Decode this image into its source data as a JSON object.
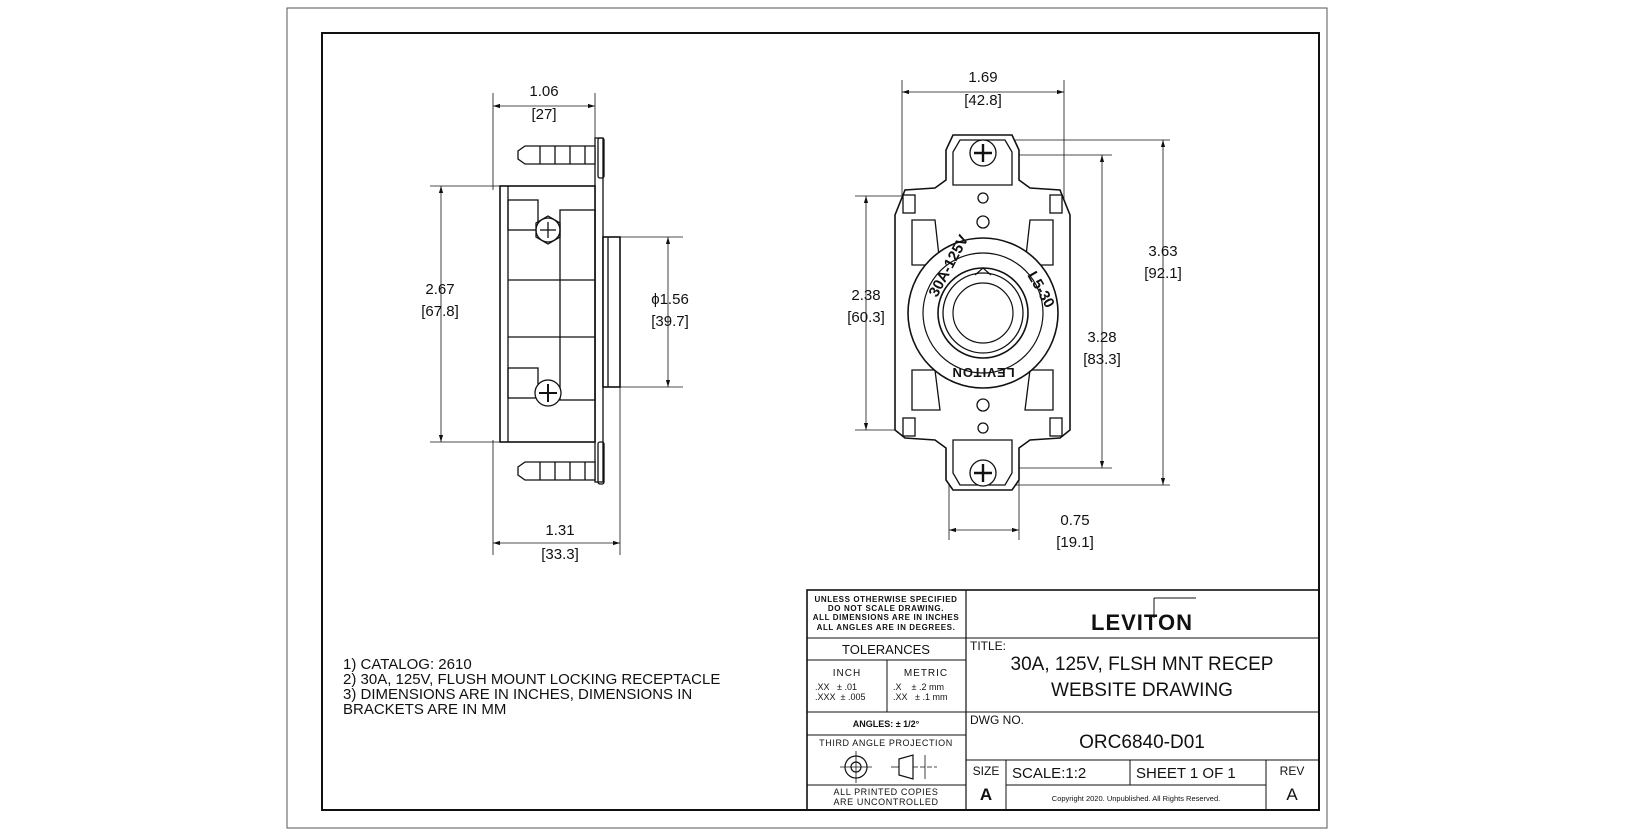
{
  "dimensions": {
    "side_width_top": {
      "in": "1.06",
      "mm": "[27]"
    },
    "side_height": {
      "in": "2.67",
      "mm": "[67.8]"
    },
    "side_diameter": {
      "in": "ϕ1.56",
      "mm": "[39.7]"
    },
    "side_width_bottom": {
      "in": "1.31",
      "mm": "[33.3]"
    },
    "front_width_top": {
      "in": "1.69",
      "mm": "[42.8]"
    },
    "front_height_inner": {
      "in": "2.38",
      "mm": "[60.3]"
    },
    "front_height_overall": {
      "in": "3.63",
      "mm": "[92.1]"
    },
    "front_height_mounting": {
      "in": "3.28",
      "mm": "[83.3]"
    },
    "front_width_bottom": {
      "in": "0.75",
      "mm": "[19.1]"
    }
  },
  "receptacle_marks": {
    "rating": "30A-125V",
    "config": "L5-30",
    "brand": "LEVITON"
  },
  "notes": [
    "1) CATALOG: 2610",
    "2) 30A, 125V, FLUSH MOUNT LOCKING RECEPTACLE",
    "3) DIMENSIONS ARE IN INCHES, DIMENSIONS IN",
    "BRACKETS ARE IN MM"
  ],
  "title_block": {
    "unless": [
      "UNLESS OTHERWISE SPECIFIED",
      "DO NOT SCALE DRAWING.",
      "ALL DIMENSIONS ARE IN INCHES",
      "ALL ANGLES ARE IN DEGREES."
    ],
    "tolerances_label": "TOLERANCES",
    "inch_label": "INCH",
    "metric_label": "METRIC",
    "inch_tol": [
      ".XX   ± .01",
      ".XXX  ± .005"
    ],
    "metric_tol": [
      ".X    ± .2 mm",
      ".XX   ± .1 mm"
    ],
    "angles": "ANGLES: ± 1/2°",
    "projection": "THIRD ANGLE PROJECTION",
    "copies": [
      "ALL PRINTED COPIES",
      "ARE UNCONTROLLED"
    ],
    "logo": "LEVITON",
    "title_label": "TITLE:",
    "title_lines": [
      "30A, 125V, FLSH MNT RECEP",
      "WEBSITE DRAWING"
    ],
    "dwg_label": "DWG NO.",
    "dwg_no": "ORC6840-D01",
    "size_label": "SIZE",
    "size_value": "A",
    "scale": "SCALE:1:2",
    "sheet": "SHEET 1 OF 1",
    "rev_label": "REV",
    "rev_value": "A",
    "copyright": "Copyright 2020. Unpublished. All Rights Reserved."
  }
}
